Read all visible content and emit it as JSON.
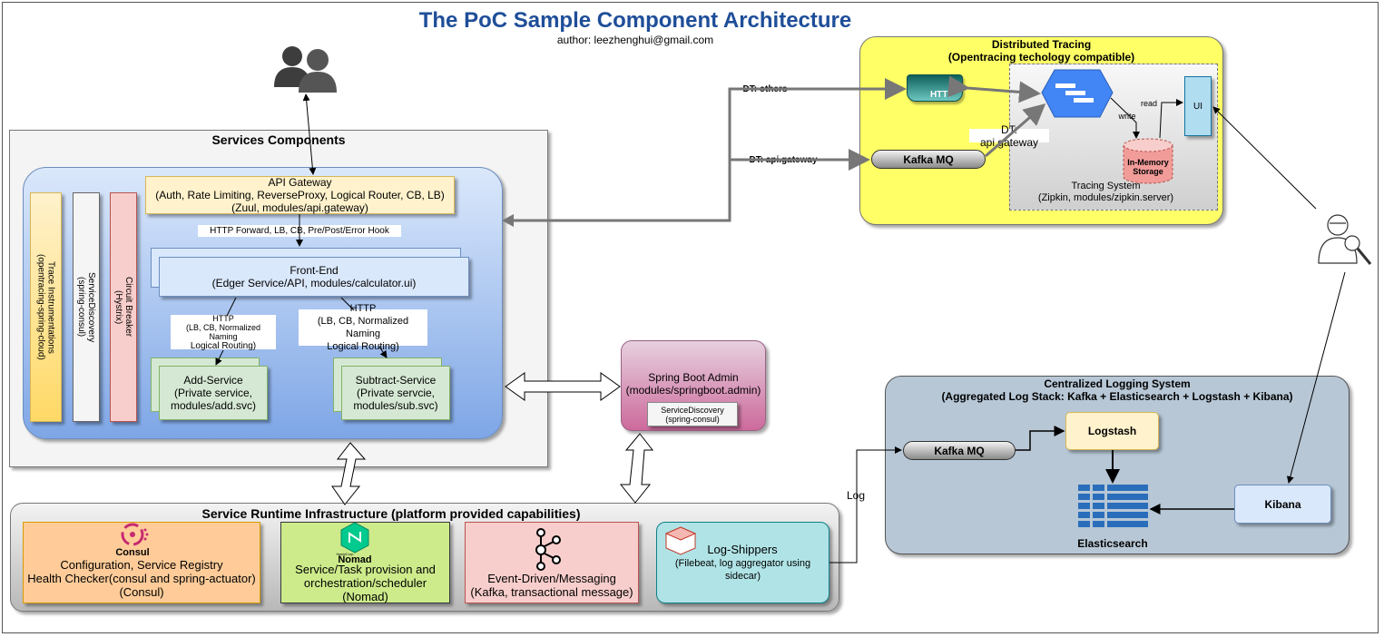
{
  "title": "The PoC Sample Component Architecture",
  "author": "author: leezhenghui@gmail.com",
  "colors": {
    "title": "#1f4e99",
    "services_bg": "#f4f4f4",
    "tracing_bg": "#ffff66",
    "logging_bg": "#b7c7d6"
  },
  "services": {
    "title": "Services Components",
    "gateway": {
      "line1": "API Gateway",
      "line2": "(Auth, Rate Limiting, ReverseProxy, Logical Router, CB, LB)",
      "line3": "(Zuul, modules/api.gateway)"
    },
    "gateway_link": "HTTP Forward, LB, CB, Pre/Post/Error Hook",
    "frontend": {
      "line1": "Front-End",
      "line2": "(Edger Service/API, modules/calculator.ui)"
    },
    "http_left": {
      "line1": "HTTP",
      "line2": "(LB, CB, Normalized Naming",
      "line3": "Logical Routing)"
    },
    "http_right": {
      "line1": "HTTP",
      "line2": "(LB, CB, Normalized Naming",
      "line3": "Logical Routing)"
    },
    "add": {
      "line1": "Add-Service",
      "line2": "(Private service,",
      "line3": "modules/add.svc)"
    },
    "sub": {
      "line1": "Subtract-Service",
      "line2": "(Private servcie,",
      "line3": "modules/sub.svc)"
    },
    "trace": {
      "line1": "Trace Instrumentations",
      "line2": "(opentracing-spring-cloud)"
    },
    "discovery": {
      "line1": "ServiceDiscovery",
      "line2": "(spring-consul)"
    },
    "breaker": {
      "line1": "Circuit Breaker",
      "line2": "(Hystrix)"
    }
  },
  "admin": {
    "line1": "Spring Boot Admin",
    "line2": "(modules/springboot.admin)",
    "sd1": "ServiceDiscovery",
    "sd2": "(spring-consul)"
  },
  "tracing": {
    "title1": "Distributed Tracing",
    "title2": "(Opentracing techology compatible)",
    "http_icon": "HTTP",
    "kafka": "Kafka MQ",
    "dt_gateway_inner": "DT: api.gateway",
    "write": "write",
    "read": "read",
    "ui": "UI",
    "storage1": "In-Memory",
    "storage2": "Storage",
    "system1": "Tracing System",
    "system2": "(Zipkin, modules/zipkin.server)"
  },
  "dt_others": "DT: others",
  "dt_gateway": "DT: api.gateway",
  "logging": {
    "title1": "Centralized Logging System",
    "title2": "(Aggregated Log Stack: Kafka + Elasticsearch + Logstash + Kibana)",
    "kafka": "Kafka MQ",
    "logstash": "Logstash",
    "elasticsearch": "Elasticsearch",
    "kibana": "Kibana"
  },
  "log_label": "Log",
  "runtime": {
    "title": "Service Runtime Infrastructure (platform provided capabilities)",
    "consul": {
      "logo": "Consul",
      "line1": "Configuration, Service Registry",
      "line2": "Health Checker(consul and spring-actuator)",
      "line3": "(Consul)"
    },
    "nomad": {
      "logo_small": "HashiCorp",
      "logo": "Nomad",
      "line1": "Service/Task provision and",
      "line2": "orchestration/scheduler",
      "line3": "(Nomad)"
    },
    "kafka": {
      "line1": "Event-Driven/Messaging",
      "line2": "(Kafka, transactional message)"
    },
    "shippers": {
      "line1": "Log-Shippers",
      "line2": "(Filebeat, log aggregator using",
      "line3": "sidecar)"
    }
  }
}
